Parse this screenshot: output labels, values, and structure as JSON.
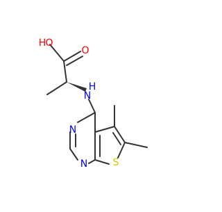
{
  "molecule": {
    "atom_labels": {
      "hydroxyl_o": "O",
      "hydroxyl_h": "H",
      "carbonyl_o": "O",
      "amine_n": "N",
      "amine_h": "H",
      "ring_n_upper": "N",
      "ring_n_lower": "N",
      "sulfur": "S"
    },
    "colors": {
      "bond": "#333333",
      "oxygen": "#ff0000",
      "nitrogen": "#0000ff",
      "sulfur": "#cccc00",
      "background": "#ffffff"
    }
  }
}
